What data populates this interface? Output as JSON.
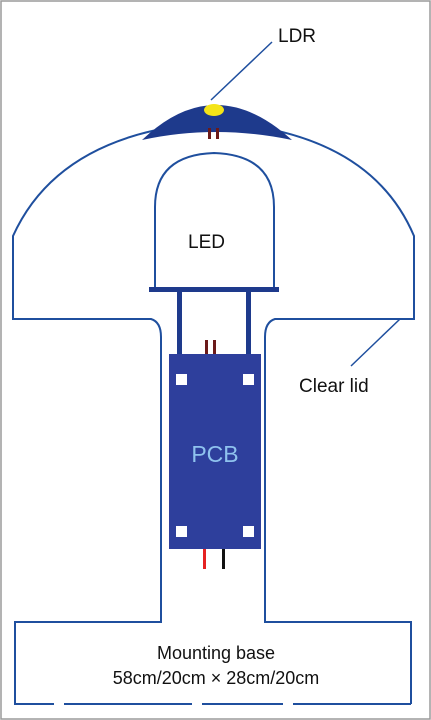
{
  "labels": {
    "ldr": "LDR",
    "led": "LED",
    "pcb": "PCB",
    "clear_lid": "Clear lid",
    "base_title": "Mounting base",
    "base_dims": "58cm/20cm × 28cm/20cm"
  },
  "colors": {
    "outline": "#1f4f9e",
    "cap": "#1e3a8c",
    "ldr": "#f4e418",
    "pcb_fill": "#2e3f9c",
    "pcb_text": "#8fc2ee",
    "pad": "#ffffff",
    "pin_dark": "#6b1a1a",
    "wire_red": "#e52222",
    "wire_black": "#111111",
    "frame": "#9a9a9a"
  }
}
